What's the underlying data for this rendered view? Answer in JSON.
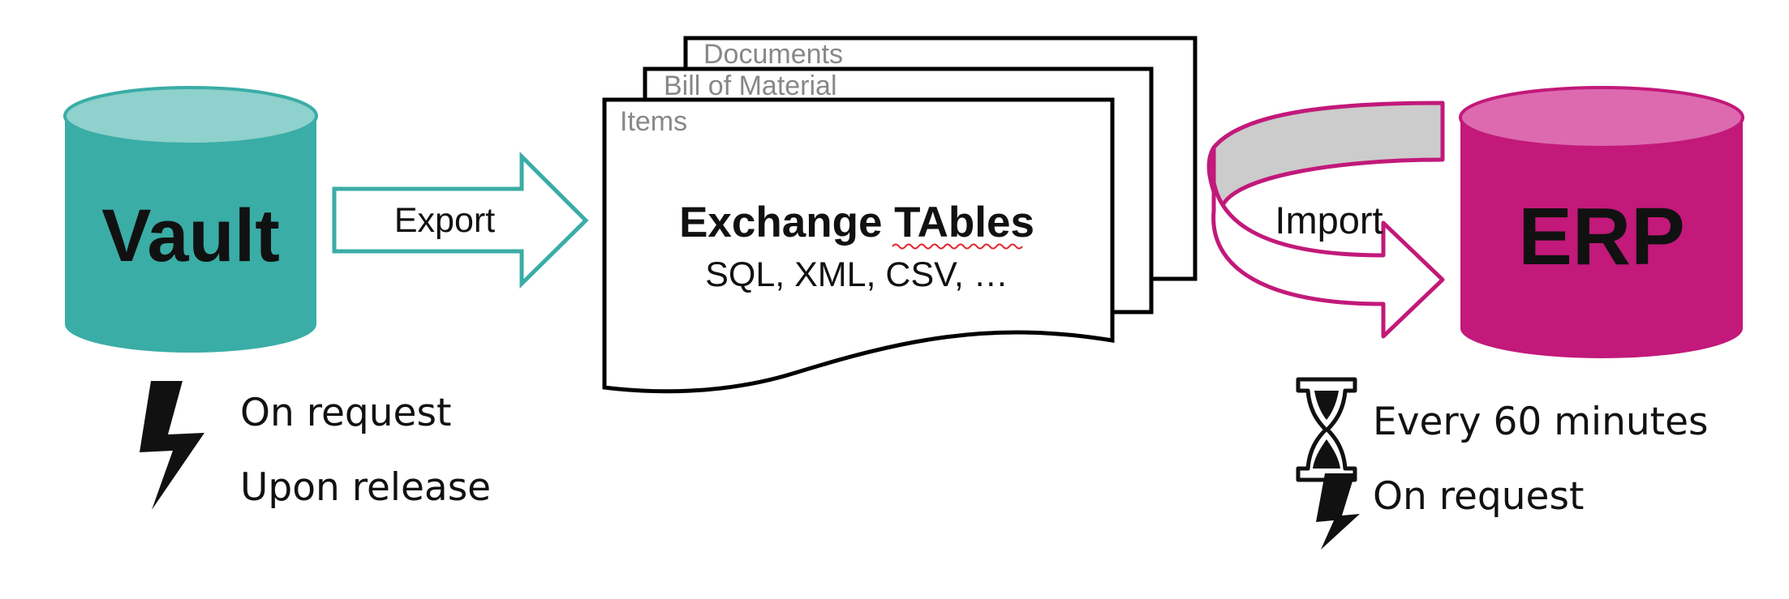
{
  "source": {
    "label": "Vault",
    "color_side": "#3aada6",
    "color_top": "#8fd1cc"
  },
  "export": {
    "label": "Export",
    "color": "#3aada6"
  },
  "exchange": {
    "title": "Exchange TAbles",
    "subtitle": "SQL, XML, CSV, …",
    "sheets": [
      "Documents",
      "Bill of Material",
      "Items"
    ]
  },
  "import": {
    "label": "Import",
    "color": "#c2197a",
    "inner_color": "#cccccc"
  },
  "target": {
    "label": "ERP",
    "color_side": "#c2197a",
    "color_top": "#dd6aaf"
  },
  "vault_triggers": {
    "icon": "lightning-icon",
    "items": [
      "On request",
      "Upon release"
    ]
  },
  "erp_triggers": {
    "items": [
      {
        "icon": "hourglass-icon",
        "label": "Every 60 minutes"
      },
      {
        "icon": "lightning-icon",
        "label": "On request"
      }
    ]
  }
}
